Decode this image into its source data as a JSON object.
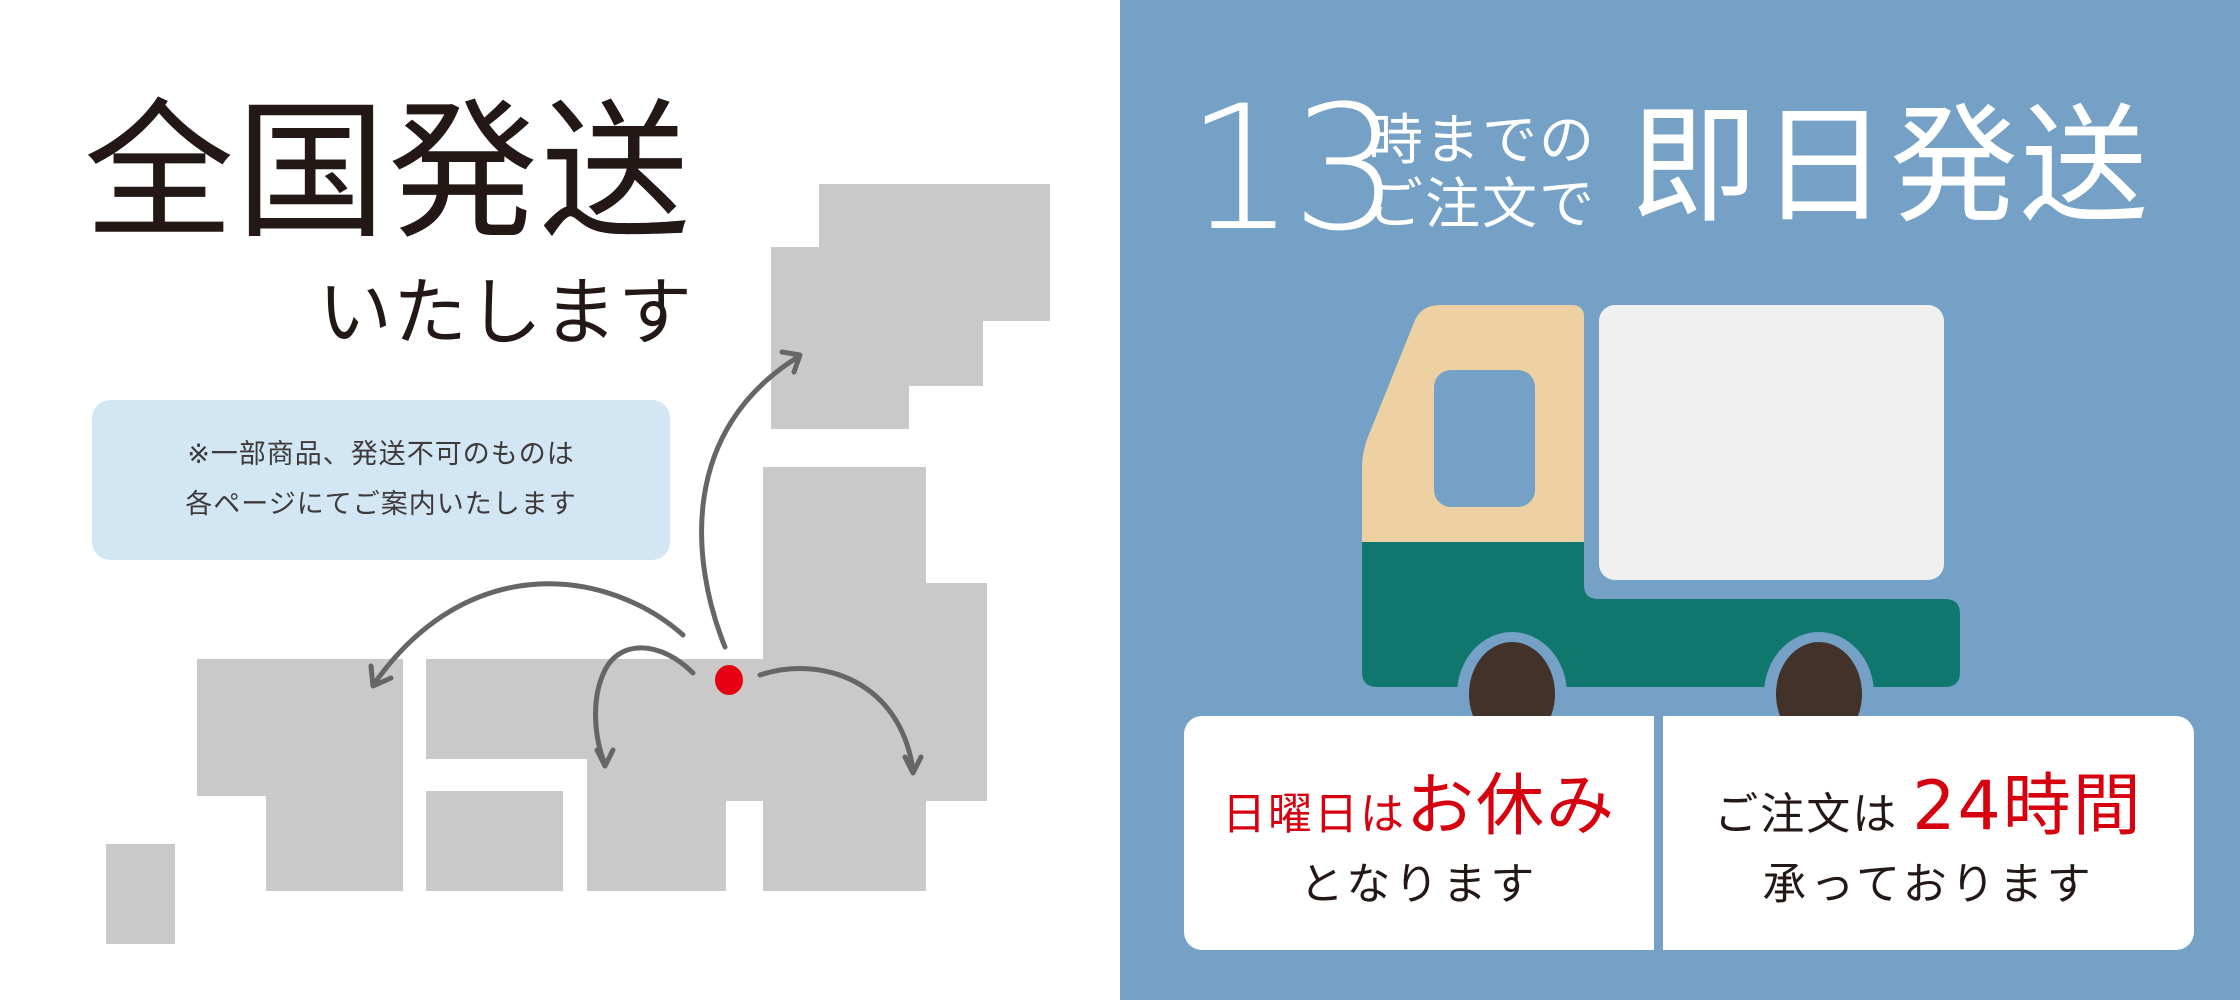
{
  "left": {
    "title": "全国発送",
    "subtitle": "いたします",
    "note": {
      "line1": "※一部商品、発送不可のものは",
      "line2": "各ページにてご案内いたします"
    },
    "map": {
      "land_color": "#C9C9C9",
      "arrow_color": "#666666",
      "origin_dot_color": "#E60012"
    }
  },
  "right": {
    "header": {
      "number": "13",
      "line1": "時までの",
      "line2": "ご注文で",
      "headline": "即日発送"
    },
    "truck": {
      "cab_color": "#EDD1A2",
      "body_color": "#10776F",
      "cargo_color": "#F0F0F0",
      "wheel_color": "#433229"
    },
    "cards": [
      {
        "line1_prefix": "日曜日は",
        "line1_emphasis": "お休み",
        "line2": "となります"
      },
      {
        "line1_prefix": "ご注文は",
        "line1_emphasis": "24時間",
        "line2": "承っております"
      }
    ]
  },
  "colors": {
    "panel_blue": "#74A1C5",
    "note_blue": "#D2E6F4",
    "accent_red": "#D7000F",
    "text_dark": "#231815"
  }
}
